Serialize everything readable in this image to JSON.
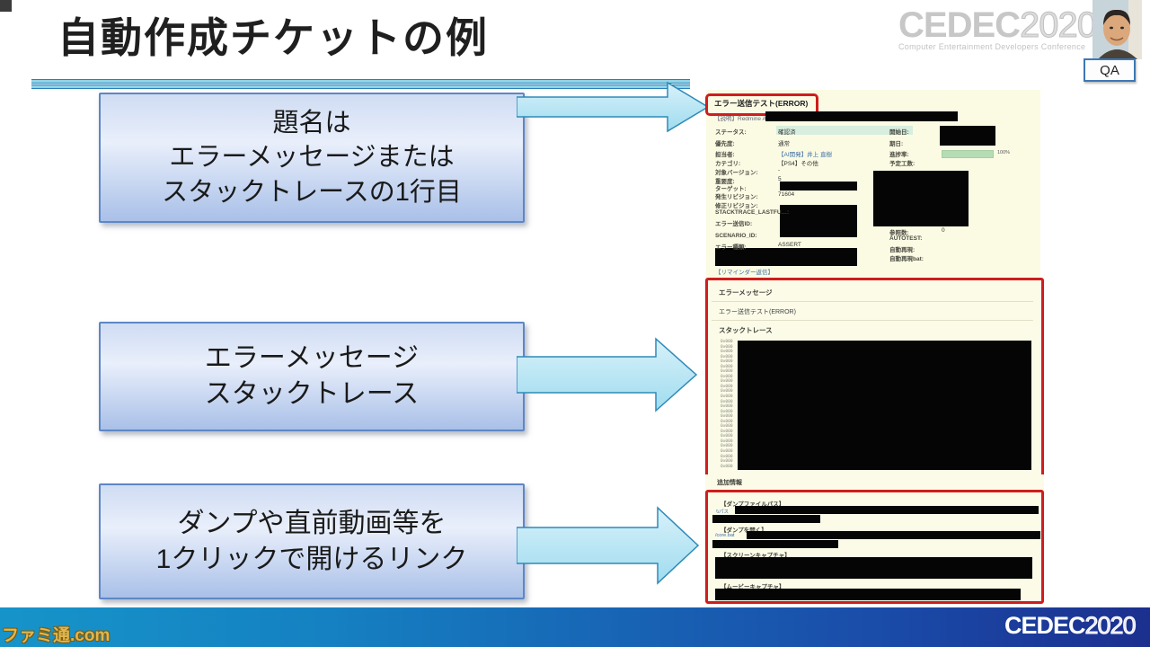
{
  "slide": {
    "title": "自動作成チケットの例"
  },
  "header": {
    "cedec_logo": "CEDEC",
    "cedec_year": "2020",
    "cedec_tagline": "Computer Entertainment Developers Conference",
    "qa_badge": "QA"
  },
  "footer": {
    "cedec_logo": "CEDEC",
    "cedec_year": "2020",
    "watermark": "ファミ通.com"
  },
  "callouts": [
    {
      "line1": "題名は",
      "line2": "エラーメッセージまたは",
      "line3": "スタックトレースの1行目"
    },
    {
      "line1": "エラーメッセージ",
      "line2": "スタックトレース"
    },
    {
      "line1": "ダンプや直前動画等を",
      "line2": "1クリックで開けるリンク"
    }
  ],
  "ticket": {
    "title": "エラー送信テスト(ERROR)",
    "description": "【説明】Redmine API",
    "fields_left": [
      {
        "label": "ステータス:",
        "value": "確認済"
      },
      {
        "label": "優先度:",
        "value": "通常"
      },
      {
        "label": "担当者:",
        "value": "【AI開発】井上 直樹"
      },
      {
        "label": "カテゴリ:",
        "value": "【PS4】その他"
      },
      {
        "label": "対象バージョン:",
        "value": "-"
      },
      {
        "label": "重要度:",
        "value": "5"
      },
      {
        "label": "ターゲット:",
        "value": ""
      },
      {
        "label": "発生リビジョン:",
        "value": "71604"
      },
      {
        "label": "修正リビジョン:",
        "value": ""
      },
      {
        "label": "STACKTRACE_LASTFU…:",
        "value": ""
      },
      {
        "label": "エラー送信ID:",
        "value": ""
      },
      {
        "label": "SCENARIO_ID:",
        "value": ""
      },
      {
        "label": "エラー種類:",
        "value": "ASSERT"
      }
    ],
    "fields_right": [
      {
        "label": "開始日:",
        "value": ""
      },
      {
        "label": "期日:",
        "value": ""
      },
      {
        "label": "進捗率:",
        "value": "100%"
      },
      {
        "label": "予定工数:",
        "value": ""
      },
      {
        "label": "参照数:",
        "value": "0"
      },
      {
        "label": "AUTOTEST:",
        "value": ""
      },
      {
        "label": "自動再現:",
        "value": ""
      },
      {
        "label": "自動再現bat:",
        "value": ""
      }
    ],
    "reminder_link": "【リマインダー返信】",
    "sections": {
      "error_message_header": "エラーメッセージ",
      "error_message_value": "エラー送信テスト(ERROR)",
      "stacktrace_header": "スタックトレース",
      "stack_addresses": "0x000\n0x000\n0x000\n0x000\n0x000\n0x000\n0x000\n0x000\n0x000\n0x000\n0x000\n0x000\n0x000\n0x000\n0x000\n0x000\n0x000\n0x000\n0x000\n0x000\n0x000\n0x000\n0x000\n0x000\n0x000\n0x000"
    },
    "additional": {
      "header": "追加情報",
      "dump_path_label": "【ダンプファイルパス】",
      "dump_path_prefix": "\\\\パス",
      "dump_open_label": "【ダンプを開く】",
      "dump_open_prefix": "/core.bat",
      "screen_capture_label": "【スクリーンキャプチャ】",
      "movie_capture_label": "【ムービーキャプチャ】"
    }
  },
  "colors": {
    "accent_red": "#cf1d1d",
    "callout_border": "#5d87c5",
    "arrow_stroke": "#2e8ab8",
    "arrow_fill_top": "#d8f1fa",
    "arrow_fill_bottom": "#9fdcef",
    "ticket_bg": "#fbfbe6",
    "footer_left": "#1694c9",
    "footer_right": "#1c2f8e"
  }
}
